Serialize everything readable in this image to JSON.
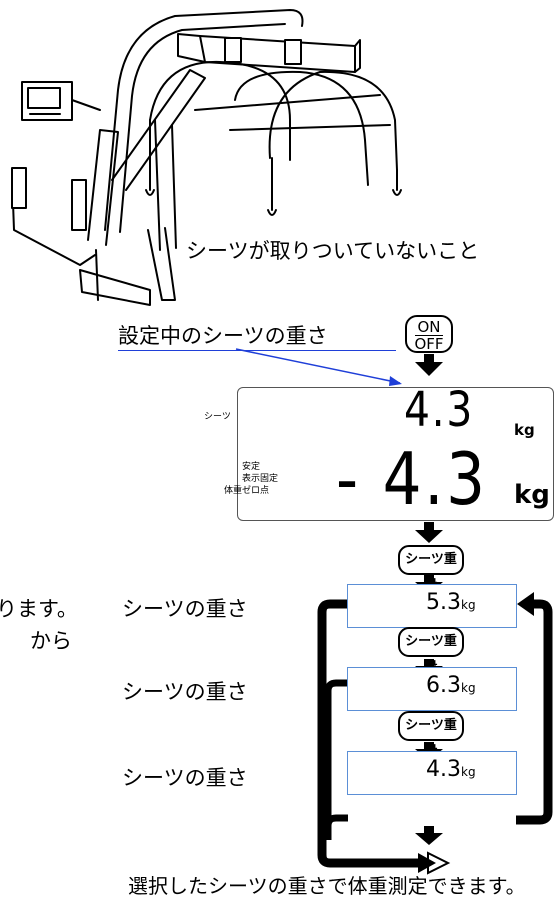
{
  "labels": {
    "no_sheet_attached": "シーツが取りついていないこと",
    "current_sheet_weight": "設定中のシーツの重さ",
    "sheet_weight": "シーツの重さ",
    "partial_line1": "ります。",
    "partial_line2": "から",
    "footer": "選択したシーツの重さで体重測定できます。"
  },
  "onoff_button": {
    "on": "ON",
    "off": "OFF"
  },
  "display": {
    "sheet_label": "シーツ",
    "sheet_value": "4.3",
    "sheet_unit": "kg",
    "status": [
      "安定",
      "表示固定",
      "ゼロ点"
    ],
    "weight_label": "体重",
    "weight_value": "- 4.3",
    "weight_unit": "kg"
  },
  "sheet_weight_button": "シーツ重量",
  "options": [
    {
      "value": "5.3",
      "unit": "kg"
    },
    {
      "value": "6.3",
      "unit": "kg"
    },
    {
      "value": "4.3",
      "unit": "kg"
    }
  ],
  "colors": {
    "accent_blue": "#1f3fd8",
    "frame_blue": "#5b8fd6"
  }
}
